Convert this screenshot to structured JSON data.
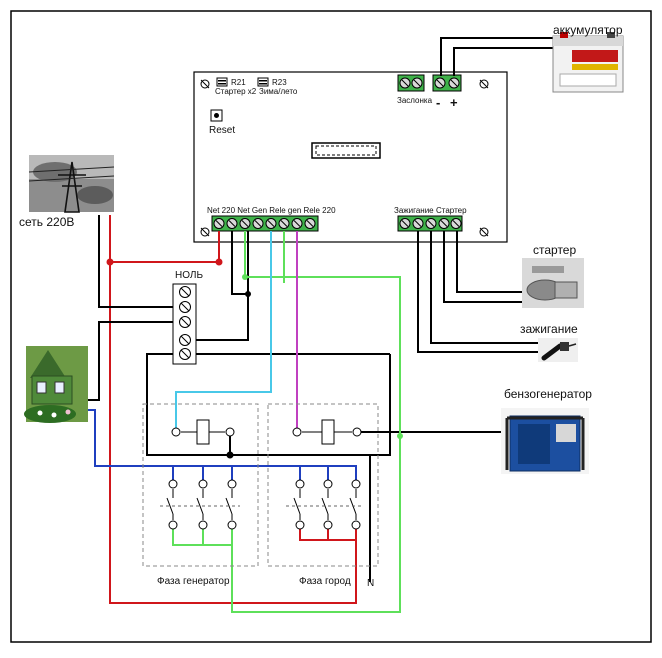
{
  "board": {
    "r21": "R21",
    "r21_sub": "Стартер х2",
    "r23": "R23",
    "r23_sub": "Зима/лето",
    "reset": "Reset",
    "damper": "Заслонка",
    "minus": "-",
    "plus": "+",
    "terminals_left": "Net 220 Net Gen Rele gen Rele 220",
    "ignition": "Зажигание",
    "starter": "Стартер"
  },
  "labels": {
    "battery": "аккумулятор",
    "mains": "сеть 220В",
    "neutral_block": "НОЛЬ",
    "starter": "стартер",
    "ignition": "зажигание",
    "generator": "бензогенератор",
    "phase_generator": "Фаза генератор",
    "phase_city": "Фаза город",
    "neutral": "N"
  },
  "colors": {
    "wire_black": "#000000",
    "wire_red": "#d0161b",
    "wire_green": "#5ee05a",
    "wire_blue": "#1f3fbf",
    "wire_cyan": "#48c8e8",
    "wire_magenta": "#c040c0",
    "terminal_green": "#3fb24a",
    "generator_blue": "#1c4fa0"
  }
}
